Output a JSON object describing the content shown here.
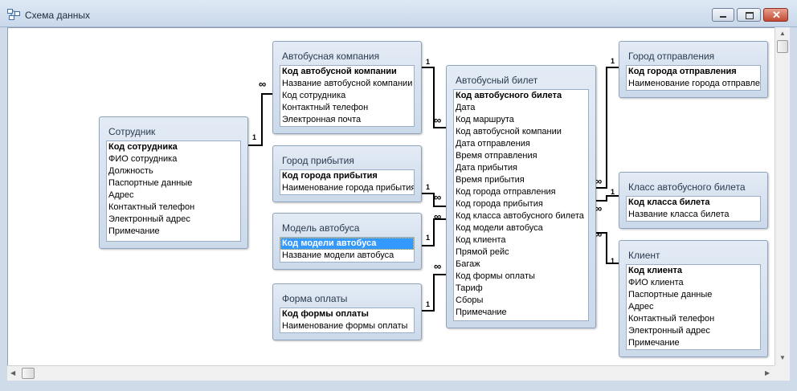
{
  "window": {
    "title": "Схема данных"
  },
  "tables": {
    "sotrudnik": {
      "title": "Сотрудник",
      "fields": [
        "Код сотрудника",
        "ФИО сотрудника",
        "Должность",
        "Паспортные данные",
        "Адрес",
        "Контактный телефон",
        "Электронный адрес",
        "Примечание"
      ]
    },
    "avtokompaniya": {
      "title": "Автобусная компания",
      "fields": [
        "Код автобусной компании",
        "Название автобусной компании",
        "Код сотрудника",
        "Контактный телефон",
        "Электронная почта"
      ]
    },
    "gorod_pribytiya": {
      "title": "Город прибытия",
      "fields": [
        "Код города прибытия",
        "Наименование города прибытия"
      ]
    },
    "model_avtobusa": {
      "title": "Модель автобуса",
      "fields": [
        "Код модели автобуса",
        "Название модели автобуса"
      ]
    },
    "forma_oplaty": {
      "title": "Форма оплаты",
      "fields": [
        "Код формы оплаты",
        "Наименование формы оплаты"
      ]
    },
    "bilet": {
      "title": "Автобусный билет",
      "fields": [
        "Код автобусного билета",
        "Дата",
        "Код маршрута",
        "Код автобусной компании",
        "Дата отправления",
        "Время отправления",
        "Дата прибытия",
        "Время прибытия",
        "Код города отправления",
        "Код города прибытия",
        "Код класса автобусного билета",
        "Код модели автобуса",
        "Код клиента",
        "Прямой рейс",
        "Багаж",
        "Код формы оплаты",
        "Тариф",
        "Сборы",
        "Примечание"
      ]
    },
    "gorod_otpravleniya": {
      "title": "Город отправления",
      "fields": [
        "Код города отправления",
        "Наименование города отправле"
      ]
    },
    "klass_bileta": {
      "title": "Класс автобусного билета",
      "fields": [
        "Код класса билета",
        "Название класса билета"
      ]
    },
    "klient": {
      "title": "Клиент",
      "fields": [
        "Код клиента",
        "ФИО клиента",
        "Паспортные данные",
        "Адрес",
        "Контактный телефон",
        "Электронный адрес",
        "Примечание"
      ]
    }
  },
  "relation_marks": {
    "one": "1",
    "many": "∞"
  },
  "selected_field": "Код модели автобуса"
}
